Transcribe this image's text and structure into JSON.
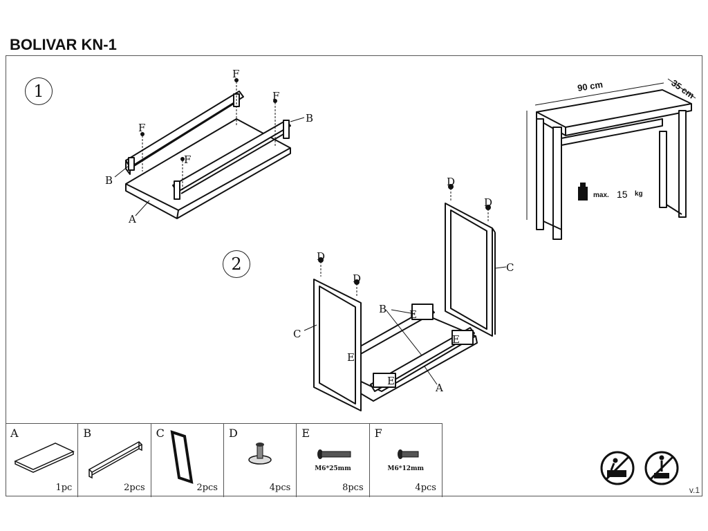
{
  "title": "BOLIVAR KN-1",
  "steps": {
    "step1": "1",
    "step2": "2"
  },
  "labels": {
    "a": "A",
    "b": "B",
    "c": "C",
    "d": "D",
    "e": "E",
    "f": "F"
  },
  "dimensions": {
    "width": "90 cm",
    "depth": "35 cm"
  },
  "load": {
    "prefix": "max.",
    "value": "15",
    "unit": "kg"
  },
  "parts": [
    {
      "letter": "A",
      "qty": "1pc",
      "size": ""
    },
    {
      "letter": "B",
      "qty": "2pcs",
      "size": ""
    },
    {
      "letter": "C",
      "qty": "2pcs",
      "size": ""
    },
    {
      "letter": "D",
      "qty": "4pcs",
      "size": ""
    },
    {
      "letter": "E",
      "qty": "8pcs",
      "size": "M6*25mm"
    },
    {
      "letter": "F",
      "qty": "4pcs",
      "size": "M6*12mm"
    }
  ],
  "warnings": [
    "no-climbing-icon",
    "no-standing-icon"
  ],
  "version": "v.1"
}
